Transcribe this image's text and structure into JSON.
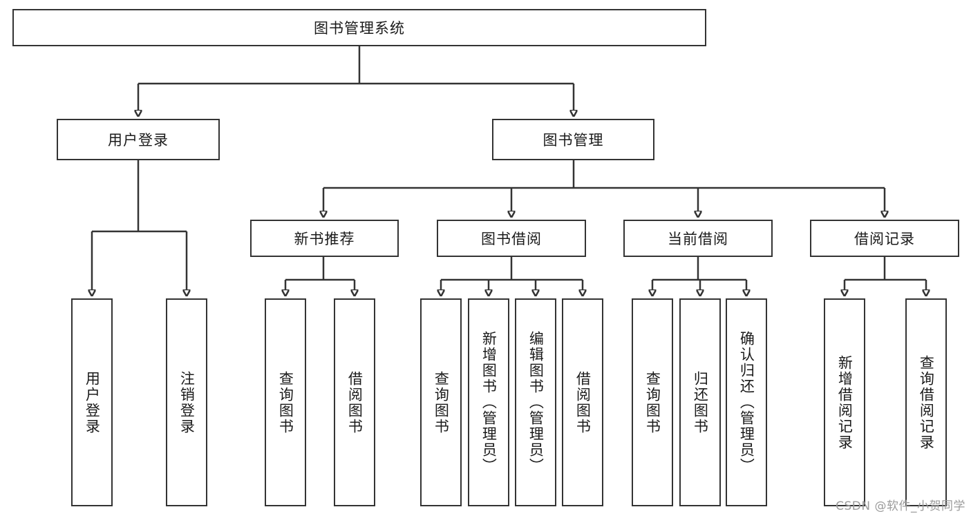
{
  "diagram": {
    "type": "tree",
    "title": "图书管理系统",
    "watermark": "CSDN @软件_小贺同学",
    "root": {
      "label": "图书管理系统"
    },
    "level2": [
      {
        "label": "用户登录"
      },
      {
        "label": "图书管理"
      }
    ],
    "level3": [
      {
        "label": "新书推荐"
      },
      {
        "label": "图书借阅"
      },
      {
        "label": "当前借阅"
      },
      {
        "label": "借阅记录"
      }
    ],
    "leaves": {
      "user_login": [
        {
          "label": "用户登录"
        },
        {
          "label": "注销登录"
        }
      ],
      "new_book_recommend": [
        {
          "label": "查询图书"
        },
        {
          "label": "借阅图书"
        }
      ],
      "book_borrow": [
        {
          "label": "查询图书"
        },
        {
          "label": "新增图书（管理员）"
        },
        {
          "label": "编辑图书（管理员）"
        },
        {
          "label": "借阅图书"
        }
      ],
      "current_borrow": [
        {
          "label": "查询图书"
        },
        {
          "label": "归还图书"
        },
        {
          "label": "确认归还（管理员）"
        }
      ],
      "borrow_record": [
        {
          "label": "新增借阅记录"
        },
        {
          "label": "查询借阅记录"
        }
      ]
    },
    "colors": {
      "stroke": "#333333",
      "background": "#ffffff",
      "text": "#1a1a1a",
      "watermark": "#9b9b9b"
    }
  }
}
